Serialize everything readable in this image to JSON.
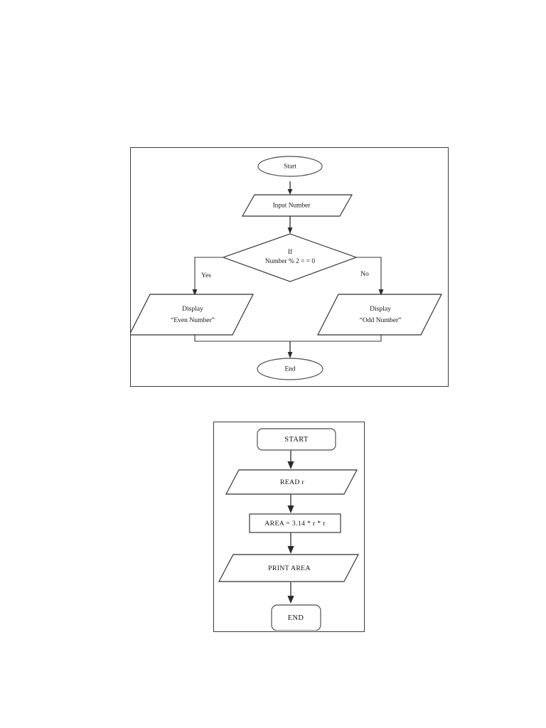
{
  "document": {
    "title": "Flowchart examples",
    "background_color": "#ffffff",
    "ink_color": "#1a1a1a",
    "frame_color": "#3a3a3a"
  },
  "figures": [
    {
      "id": "even-odd-flowchart",
      "caption": "",
      "nodes": {
        "start": {
          "label": "Start",
          "shape": "terminator-ellipse"
        },
        "input": {
          "label": "Input Number",
          "shape": "parallelogram"
        },
        "decision_line1": {
          "label": "If"
        },
        "decision_line2": {
          "label": "Number % 2 = = 0"
        },
        "branch_yes": {
          "label": "Yes"
        },
        "branch_no": {
          "label": "No"
        },
        "display_even_line1": {
          "label": "Display"
        },
        "display_even_line2": {
          "label": "“Even Number”"
        },
        "display_odd_line1": {
          "label": "Display"
        },
        "display_odd_line2": {
          "label": "“Odd Number”"
        },
        "end": {
          "label": "End",
          "shape": "terminator-ellipse"
        }
      }
    },
    {
      "id": "circle-area-flowchart",
      "caption": "",
      "nodes": {
        "start": {
          "label": "START",
          "shape": "rounded-rectangle"
        },
        "read": {
          "label": "READ r",
          "shape": "parallelogram"
        },
        "process": {
          "label": "AREA = 3.14 * r * r",
          "shape": "rectangle"
        },
        "print": {
          "label": "PRINT AREA",
          "shape": "parallelogram"
        },
        "end": {
          "label": "END",
          "shape": "rounded-rectangle"
        }
      }
    }
  ]
}
